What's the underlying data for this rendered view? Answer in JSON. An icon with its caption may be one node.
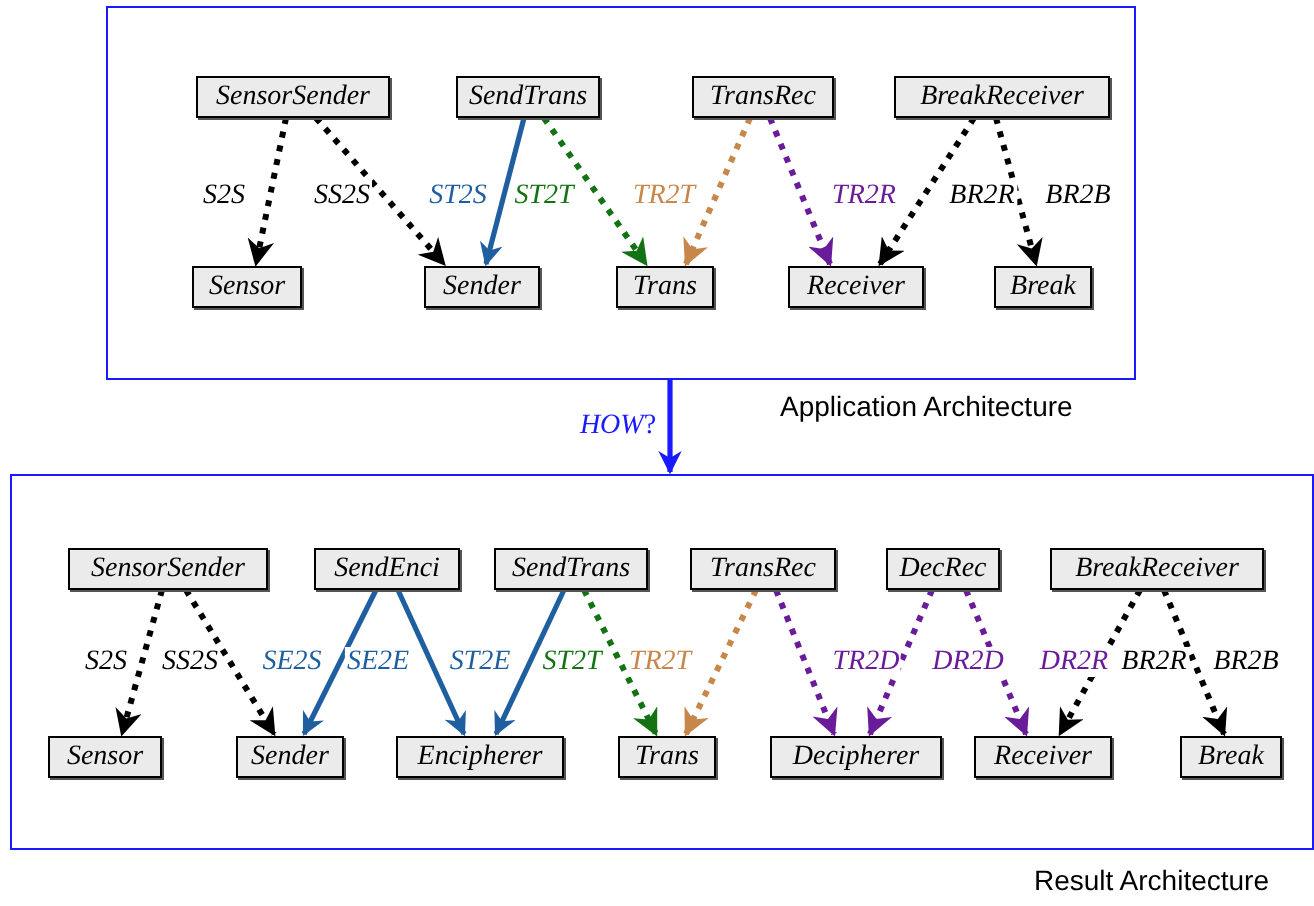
{
  "diagram": {
    "nodes": [
      {
        "text": [
          "Application Architecture"
        ]
      },
      {
        "text": [
          "SensorSender"
        ],
        "in": 0
      },
      {
        "text": [
          "SendTrans"
        ],
        "in": 0
      },
      {
        "text": [
          "TransRec"
        ],
        "in": 0
      },
      {
        "text": [
          "BreakReceiver"
        ],
        "in": 0
      },
      {
        "text": [
          "Sensor"
        ],
        "in": 0
      },
      {
        "text": [
          "Sender"
        ],
        "in": 0
      },
      {
        "text": [
          "Trans"
        ],
        "in": 0
      },
      {
        "text": [
          "Receiver"
        ],
        "in": 0
      },
      {
        "text": [
          "Break"
        ],
        "in": 0
      },
      {
        "text": [
          "Result Architecture"
        ]
      },
      {
        "text": [
          "SensorSender"
        ],
        "in": 10
      },
      {
        "text": [
          "SendEnci"
        ],
        "in": 10
      },
      {
        "text": [
          "SendTrans"
        ],
        "in": 10
      },
      {
        "text": [
          "TransRec"
        ],
        "in": 10
      },
      {
        "text": [
          "DecRec"
        ],
        "in": 10
      },
      {
        "text": [
          "BreakReceiver"
        ],
        "in": 10
      },
      {
        "text": [
          "Sensor"
        ],
        "in": 10
      },
      {
        "text": [
          "Sender"
        ],
        "in": 10
      },
      {
        "text": [
          "Encipherer"
        ],
        "in": 10
      },
      {
        "text": [
          "Trans"
        ],
        "in": 10
      },
      {
        "text": [
          "Decipherer"
        ],
        "in": 10
      },
      {
        "text": [
          "Receiver"
        ],
        "in": 10
      },
      {
        "text": [
          "Break"
        ],
        "in": 10
      }
    ],
    "edges": [
      {
        "from": 1,
        "to": 5,
        "arrow": "to",
        "label": "S2S",
        "style": "dashed"
      },
      {
        "from": 1,
        "to": 6,
        "arrow": "to",
        "label": "SS2S",
        "style": "dashed"
      },
      {
        "from": 2,
        "to": 6,
        "arrow": "to",
        "label": "ST2S",
        "color": "#1f5fa0"
      },
      {
        "from": 2,
        "to": 7,
        "arrow": "to",
        "label": "ST2T",
        "style": "dashed",
        "color": "#137313"
      },
      {
        "from": 3,
        "to": 7,
        "arrow": "to",
        "label": "TR2T",
        "style": "dashed",
        "color": "#c8874a"
      },
      {
        "from": 3,
        "to": 8,
        "arrow": "to",
        "label": "TR2R",
        "style": "dashed",
        "color": "#6a1b9a"
      },
      {
        "from": 4,
        "to": 8,
        "arrow": "to",
        "label": "BR2R",
        "style": "dashed"
      },
      {
        "from": 4,
        "to": 9,
        "arrow": "to",
        "label": "BR2B",
        "style": "dashed"
      },
      {
        "from": 0,
        "to": 10,
        "arrow": "to",
        "label": "*HOW*?",
        "color": "#1a1aff"
      },
      {
        "from": 11,
        "to": 17,
        "arrow": "to",
        "label": "S2S",
        "style": "dashed"
      },
      {
        "from": 11,
        "to": 18,
        "arrow": "to",
        "label": "SS2S",
        "style": "dashed"
      },
      {
        "from": 12,
        "to": 18,
        "arrow": "to",
        "label": "SE2S",
        "color": "#1f5fa0"
      },
      {
        "from": 12,
        "to": 19,
        "arrow": "to",
        "label": "SE2E",
        "color": "#1f5fa0"
      },
      {
        "from": 13,
        "to": 19,
        "arrow": "to",
        "label": "ST2E",
        "color": "#1f5fa0"
      },
      {
        "from": 13,
        "to": 20,
        "arrow": "to",
        "label": "ST2T",
        "style": "dashed",
        "color": "#137313"
      },
      {
        "from": 14,
        "to": 20,
        "arrow": "to",
        "label": "TR2T",
        "style": "dashed",
        "color": "#c8874a"
      },
      {
        "from": 14,
        "to": 21,
        "arrow": "to",
        "label": "TR2D",
        "style": "dashed",
        "color": "#6a1b9a"
      },
      {
        "from": 15,
        "to": 21,
        "arrow": "to",
        "label": "DR2D",
        "style": "dashed",
        "color": "#6a1b9a"
      },
      {
        "from": 15,
        "to": 22,
        "arrow": "to",
        "label": "DR2R",
        "style": "dashed",
        "color": "#6a1b9a"
      },
      {
        "from": 16,
        "to": 22,
        "arrow": "to",
        "label": "BR2R",
        "style": "dashed"
      },
      {
        "from": 16,
        "to": 23,
        "arrow": "to",
        "label": "BR2B",
        "style": "dashed"
      }
    ]
  }
}
